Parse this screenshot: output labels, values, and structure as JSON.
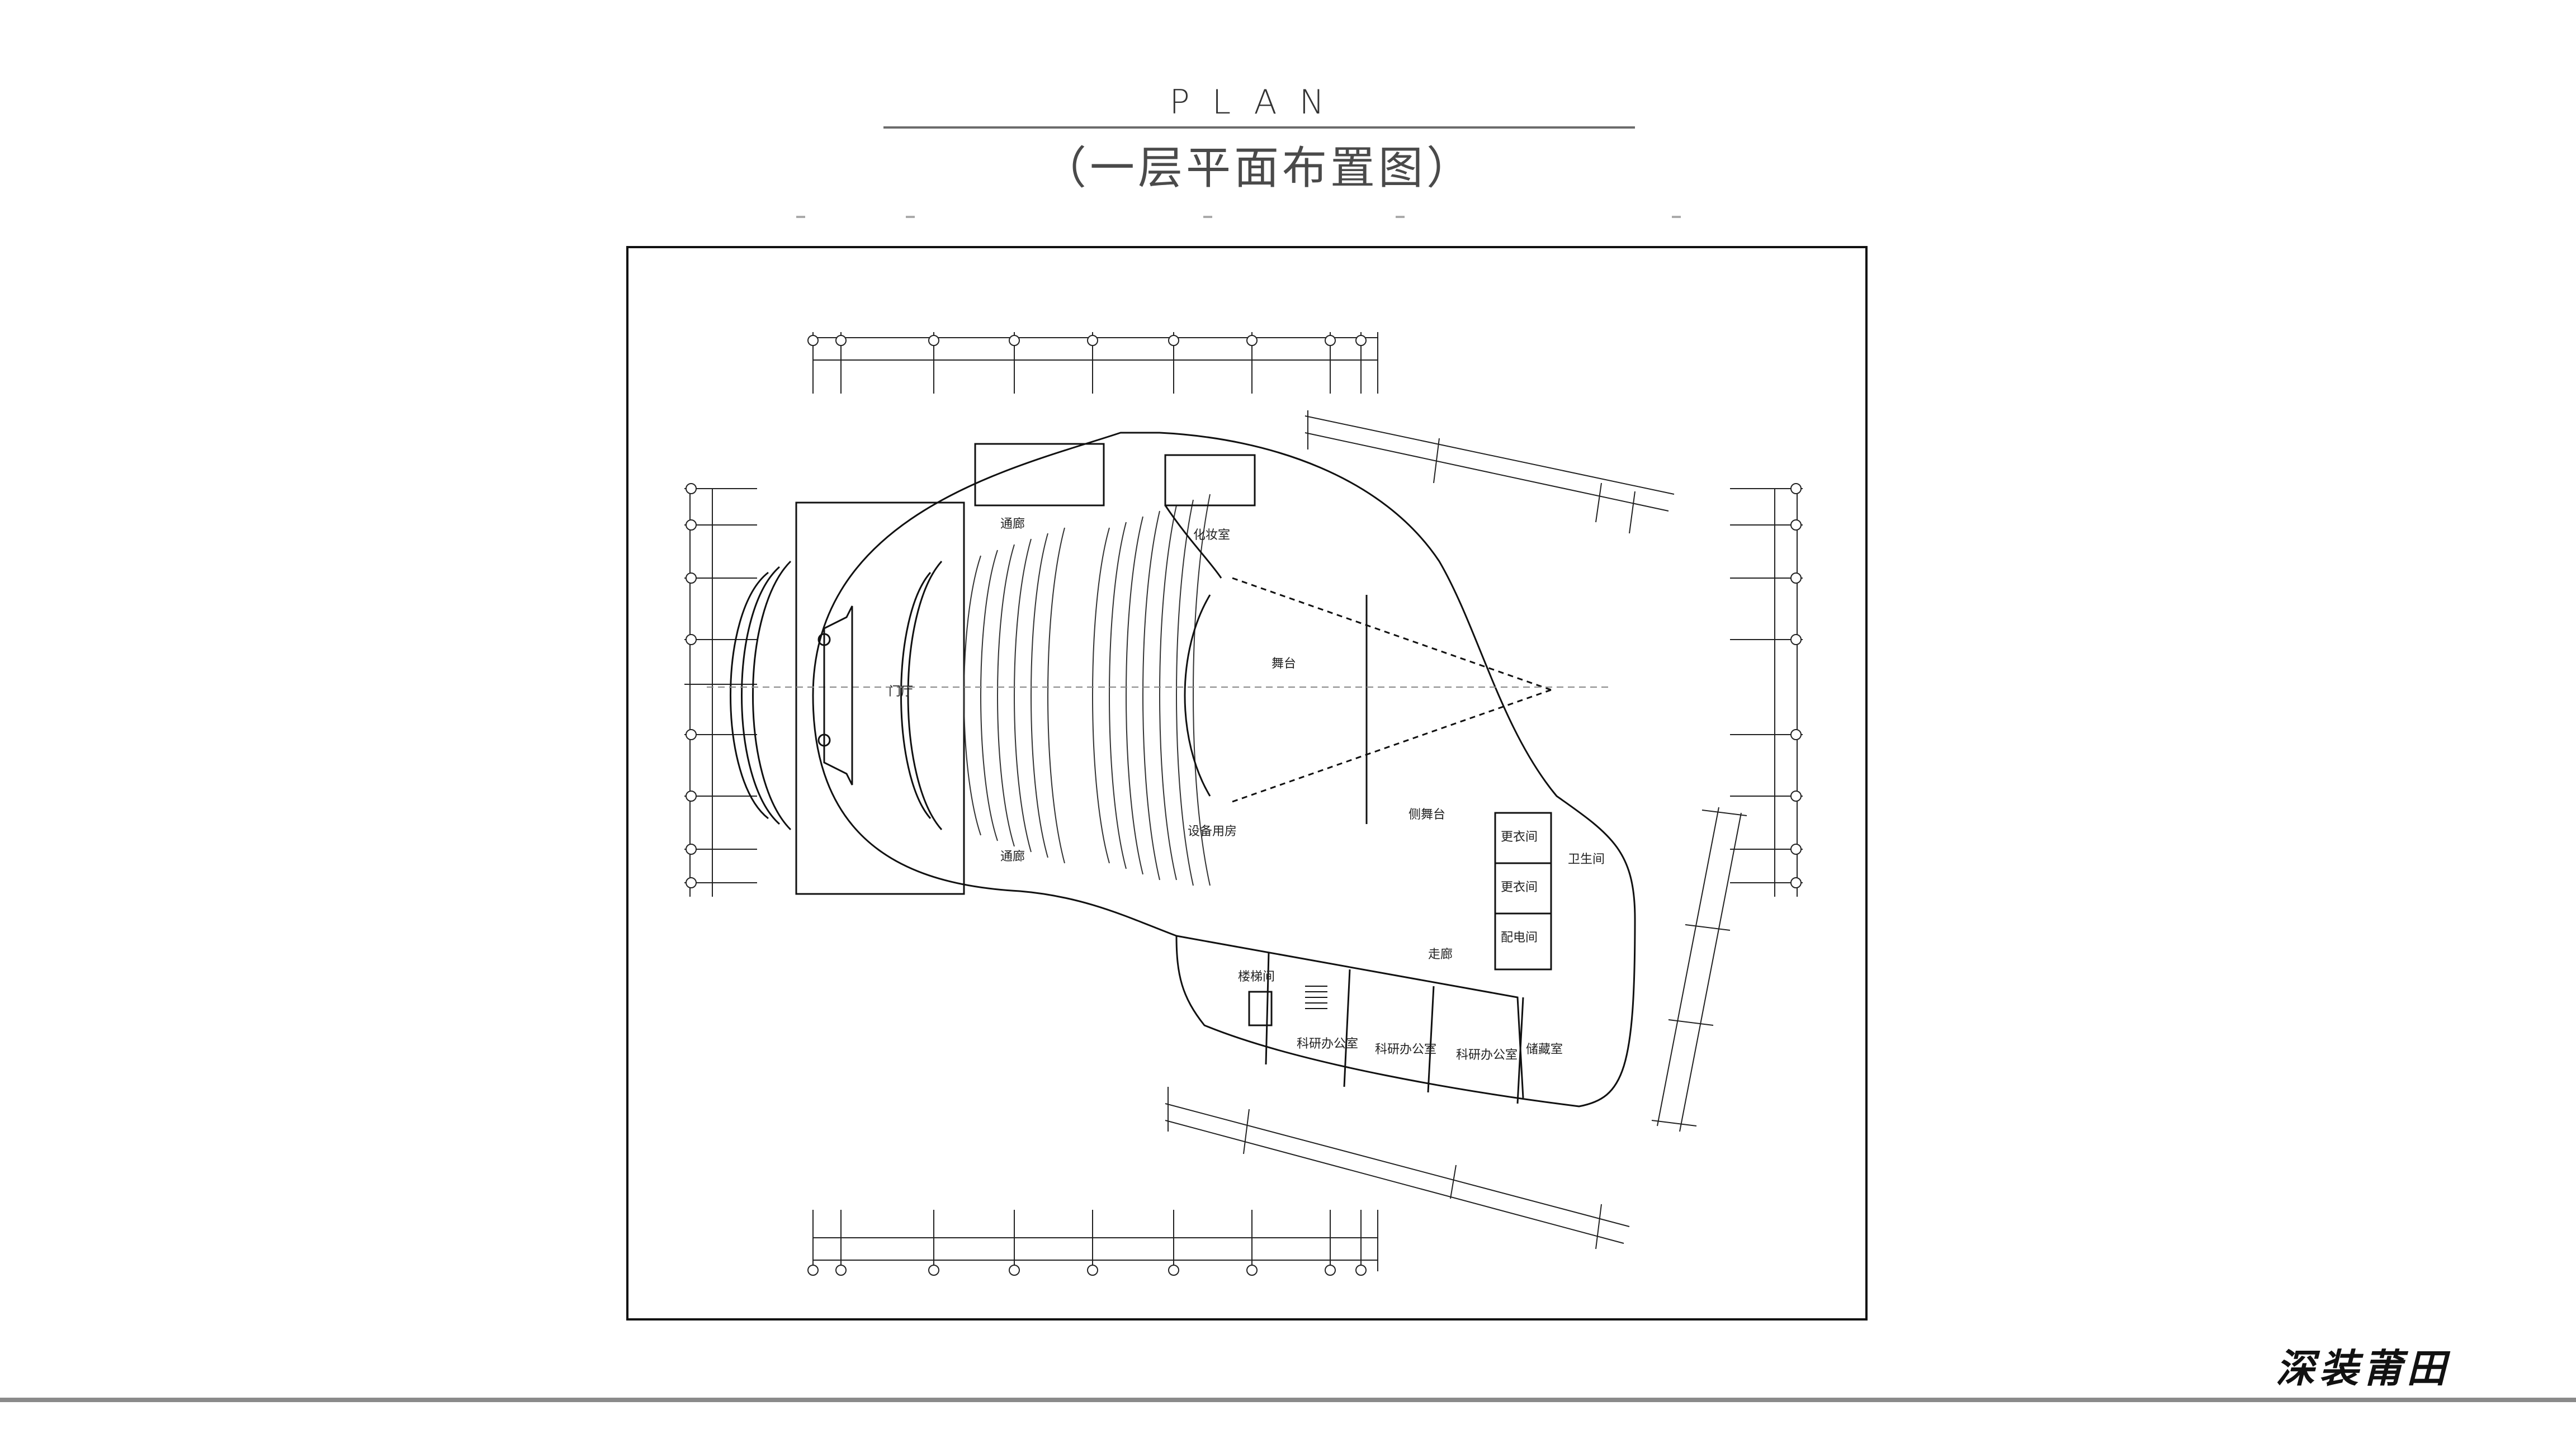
{
  "header": {
    "title": "PLAN",
    "subtitle": "（一层平面布置图）"
  },
  "plan": {
    "labels": {
      "lobby": "门厅",
      "stage": "舞台",
      "corridor_left_top": "通廊",
      "corridor_left_bottom": "通廊",
      "dressing": "化妆室",
      "equipment": "设备用房",
      "side_stage": "侧舞台",
      "corridor_east": "走廊",
      "office1": "科研办公室",
      "office2": "科研办公室",
      "office3": "科研办公室",
      "storage": "储藏室",
      "stair_label": "楼梯间",
      "restroom": "卫生间",
      "room_a": "更衣间",
      "room_b": "更衣间",
      "room_c": "配电间"
    }
  },
  "brand": {
    "text": "深装莆田"
  }
}
